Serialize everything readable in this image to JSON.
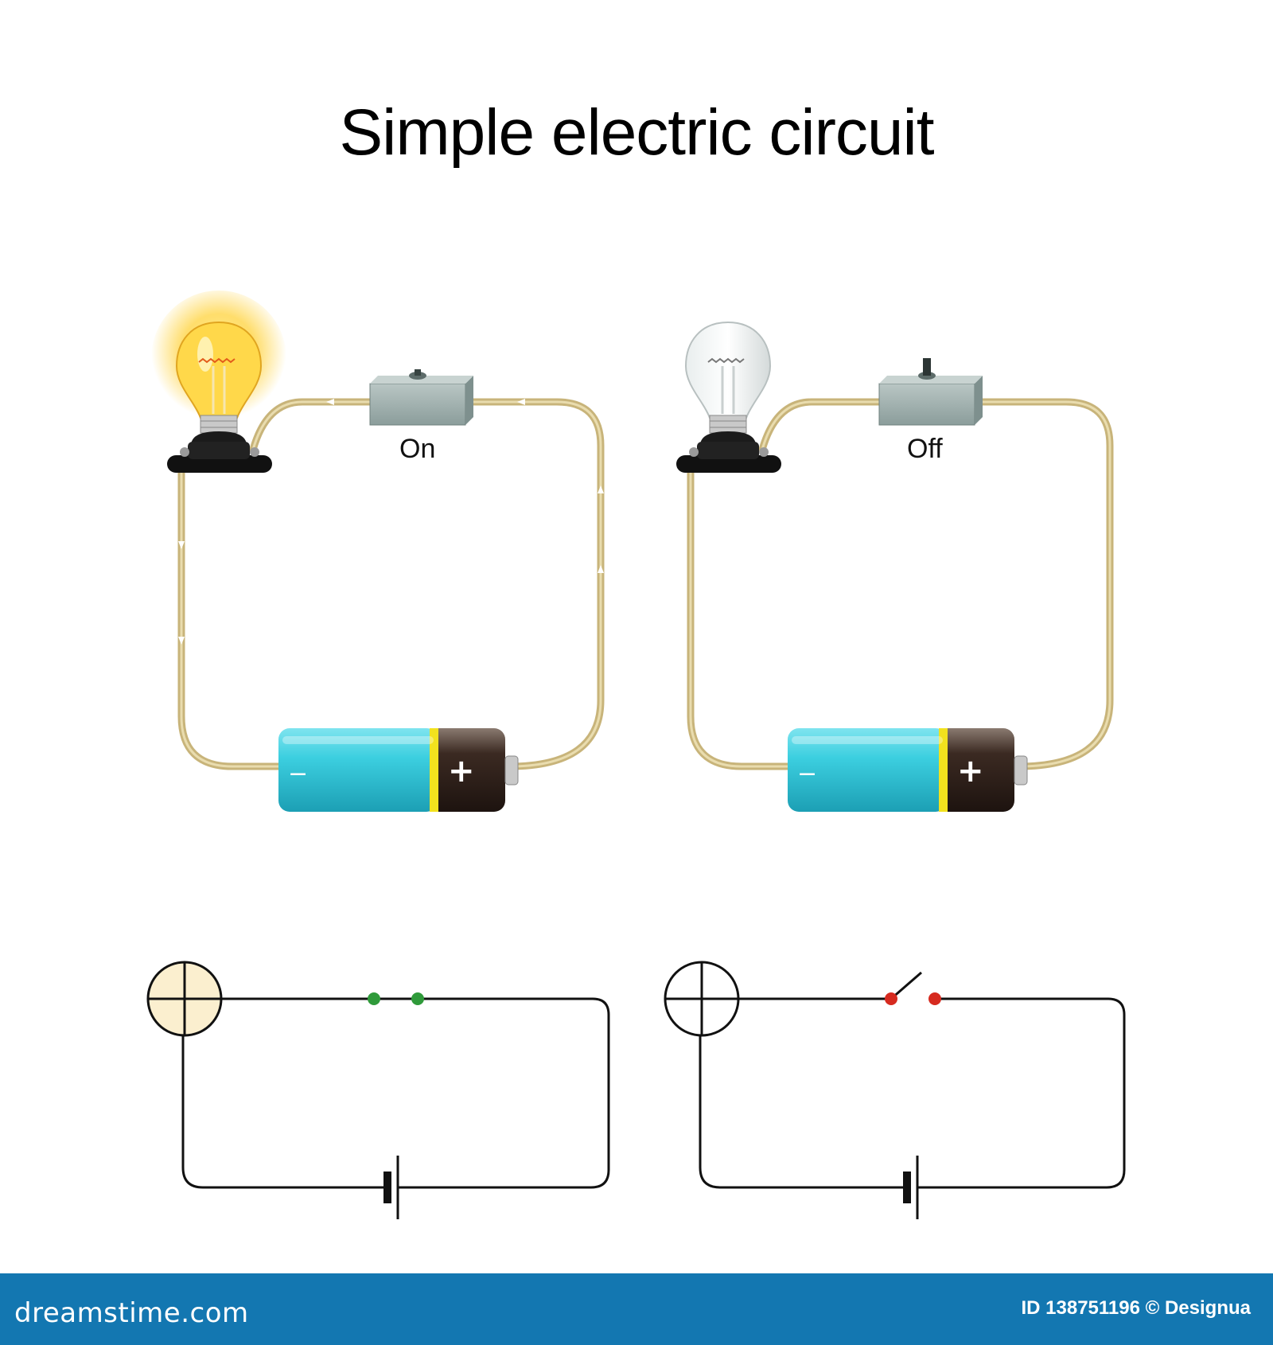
{
  "title": "Simple electric circuit",
  "circuits": [
    {
      "switch_label": "On",
      "state": "closed",
      "bulb": "lit",
      "battery_minus": "−",
      "battery_plus": "+"
    },
    {
      "switch_label": "Off",
      "state": "open",
      "bulb": "unlit",
      "battery_minus": "−",
      "battery_plus": "+"
    }
  ],
  "colors": {
    "wire": "#c8b47a",
    "battery_body": "#36c7d8",
    "battery_cap": "#3b2a22",
    "battery_band": "#f2e21e",
    "switch_box": "#9fb0ae",
    "bulb_glow": "#ffd23a",
    "schematic_lamp_lit": "#fbefcf",
    "contact_closed": "#2f9a3a",
    "contact_open": "#d62a1f",
    "footer": "#1377b1"
  },
  "footer": {
    "brand": "dreamstime.com",
    "credit": "ID 138751196 © Designua"
  }
}
